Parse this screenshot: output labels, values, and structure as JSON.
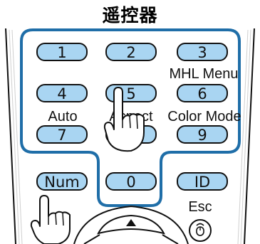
{
  "title": "遥控器",
  "keys": {
    "k1": "1",
    "k2": "2",
    "k3": "3",
    "k4": "4",
    "k5": "5",
    "k6": "6",
    "k7": "7",
    "k8": "8",
    "k9": "9",
    "k0": "0",
    "num": "Num",
    "id": "ID"
  },
  "captions": {
    "mhl_menu": "MHL Menu",
    "auto": "Auto",
    "aspect": "Aspect",
    "color_mode": "Color Mode",
    "esc": "Esc"
  },
  "colors": {
    "button_fill": "#a9d5f2",
    "highlight_border": "#1f6ea8",
    "outline": "#111111"
  },
  "icons": {
    "up": "up-arrow-icon",
    "esc": "escape-icon",
    "hand": "pointing-hand-icon"
  }
}
